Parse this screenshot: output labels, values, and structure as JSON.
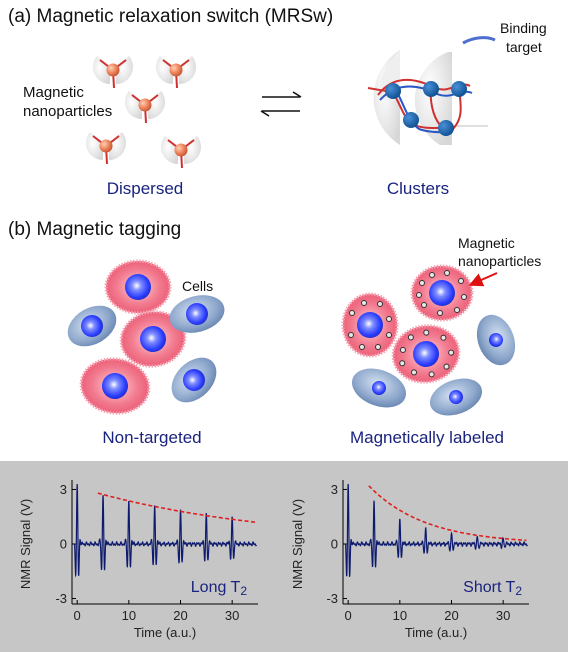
{
  "panel_a": {
    "title": "(a) Magnetic relaxation switch (MRSw)",
    "label_nanoparticles_1": "Magnetic",
    "label_nanoparticles_2": "nanoparticles",
    "label_target_1": "Binding",
    "label_target_2": "target",
    "caption_left": "Dispersed",
    "caption_right": "Clusters"
  },
  "panel_b": {
    "title": "(b) Magnetic tagging",
    "label_cells": "Cells",
    "label_np_1": "Magnetic",
    "label_np_2": "nanoparticles",
    "caption_left": "Non-targeted",
    "caption_right": "Magnetically labeled"
  },
  "colors": {
    "caption": "#1a237e",
    "panel_bg": "#c6c6c6",
    "signal": "#0d1a6e",
    "envelope": "#e02020",
    "cell_pink": "#f06a80",
    "cell_blue": "#7d9cc4",
    "nucleus": "#2a3cff"
  },
  "chart_data": [
    {
      "type": "line",
      "xlabel": "Time (a.u.)",
      "ylabel": "NMR Signal (V)",
      "annotation": "Long T",
      "annotation_sub": "2",
      "xlim": [
        -1,
        35
      ],
      "ylim": [
        -3.3,
        3.3
      ],
      "xticks": [
        "0",
        "10",
        "20",
        "30"
      ],
      "yticks": [
        "3",
        "0",
        "-3"
      ],
      "echo_times": [
        0,
        5,
        10,
        15,
        20,
        25,
        30
      ],
      "echo_amplitudes": [
        3.3,
        2.7,
        2.4,
        2.15,
        1.9,
        1.7,
        1.5
      ],
      "envelope": {
        "x_start": 4,
        "x_end": 34.5,
        "y_start": 2.8,
        "y_end": 1.2
      }
    },
    {
      "type": "line",
      "xlabel": "Time (a.u.)",
      "ylabel": "NMR Signal (V)",
      "annotation": "Short T",
      "annotation_sub": "2",
      "xlim": [
        -1,
        35
      ],
      "ylim": [
        -3.3,
        3.3
      ],
      "xticks": [
        "0",
        "10",
        "20",
        "30"
      ],
      "yticks": [
        "3",
        "0",
        "-3"
      ],
      "echo_times": [
        0,
        5,
        10,
        15,
        20,
        25,
        30
      ],
      "echo_amplitudes": [
        3.4,
        2.4,
        1.4,
        0.9,
        0.6,
        0.4,
        0.3
      ],
      "envelope": {
        "x_start": 4,
        "x_end": 34.5,
        "y_start": 3.2,
        "y_end": 0.2
      }
    }
  ]
}
